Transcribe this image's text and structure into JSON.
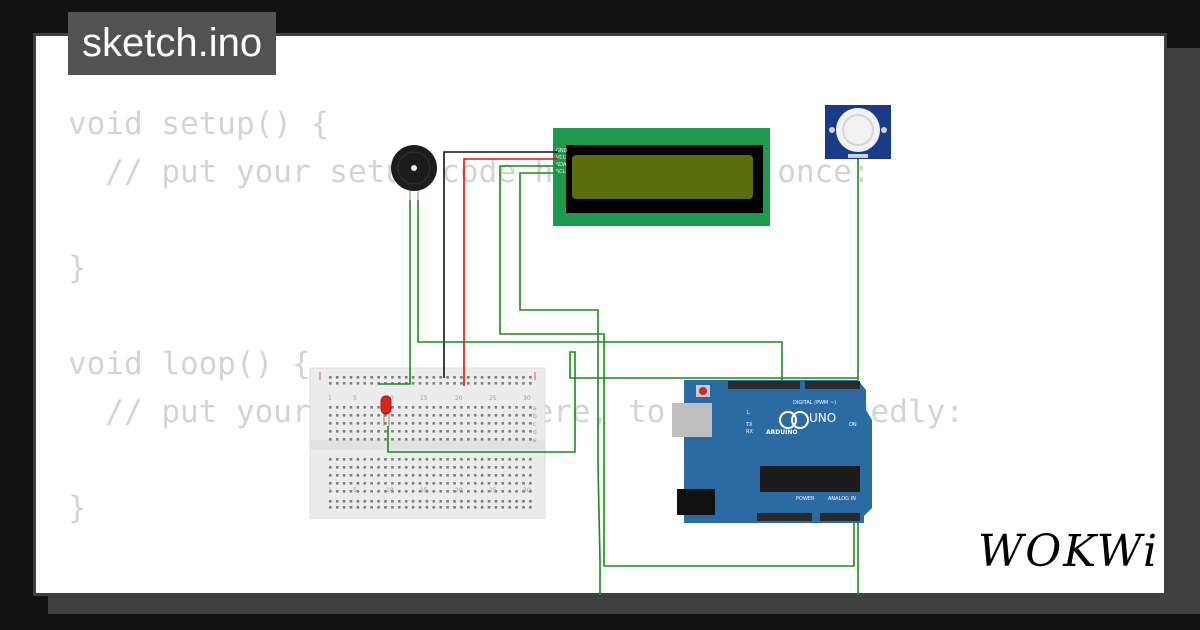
{
  "file_tab": {
    "label": "sketch.ino"
  },
  "code_lines": [
    "void setup() {",
    "  // put your setup code here, to run once:",
    "",
    "}",
    "",
    "void loop() {",
    "  // put your main code here, to run repeatedly:",
    "",
    "}"
  ],
  "brand": {
    "logo": "WOKWi"
  },
  "components": {
    "lcd": {
      "pins": [
        "GND",
        "VCC",
        "SDA",
        "SCL"
      ]
    },
    "arduino": {
      "brand": "ARDUINO",
      "model": "UNO",
      "header_digital": "DIGITAL (PWM ~)",
      "header_power": "POWER",
      "header_analog": "ANALOG IN",
      "led_labels": [
        "L",
        "TX",
        "RX"
      ],
      "on_label": "ON"
    },
    "breadboard": {
      "columns": [
        "1",
        "5",
        "10",
        "15",
        "20",
        "25",
        "30"
      ],
      "rows": [
        "a",
        "b",
        "c",
        "d",
        "e"
      ]
    }
  },
  "colors": {
    "background": "#121212",
    "card_border": "#404040",
    "code_text": "#d4d4d4",
    "tab_bg": "#525252",
    "wire_green": "#1a8a1a",
    "wire_red": "#e01010",
    "wire_black": "#111111",
    "arduino_blue": "#2b6aa3",
    "lcd_green": "#1d9a4d",
    "lcd_screen": "#5b6e0f"
  }
}
